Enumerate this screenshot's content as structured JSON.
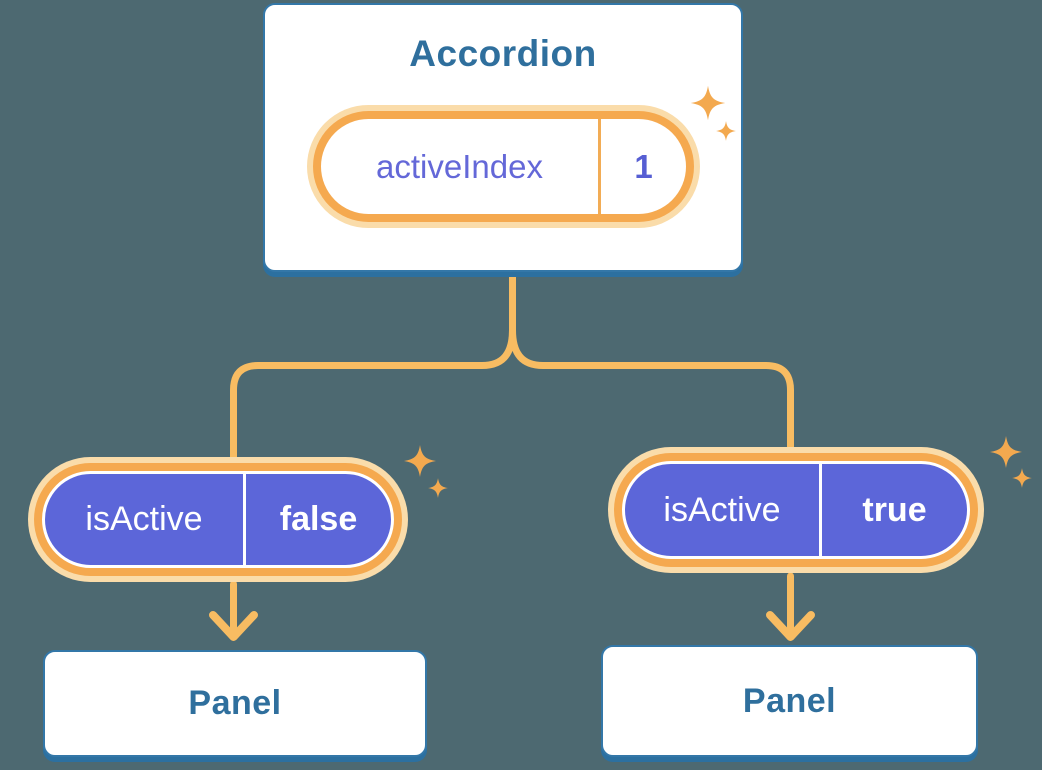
{
  "background_color": "#4D6971",
  "palette": {
    "card_border": "#3377A8",
    "card_shadow": "#2C70A0",
    "heading_text": "#2F6F9D",
    "connector_line": "#F8BC62",
    "pill_ring_orange": "#F5A94F",
    "pill_glow_peach": "#FADCAA",
    "pill_fill_purple": "#5C66D9",
    "state_text_purple": "#6468D8",
    "sparkle_orange": "#F3A94F"
  },
  "diagram": {
    "root": {
      "title": "Accordion",
      "state": {
        "label": "activeIndex",
        "value": "1"
      }
    },
    "children": [
      {
        "prop": {
          "label": "isActive",
          "value": "false"
        },
        "target": {
          "title": "Panel"
        }
      },
      {
        "prop": {
          "label": "isActive",
          "value": "true"
        },
        "target": {
          "title": "Panel"
        }
      }
    ]
  }
}
